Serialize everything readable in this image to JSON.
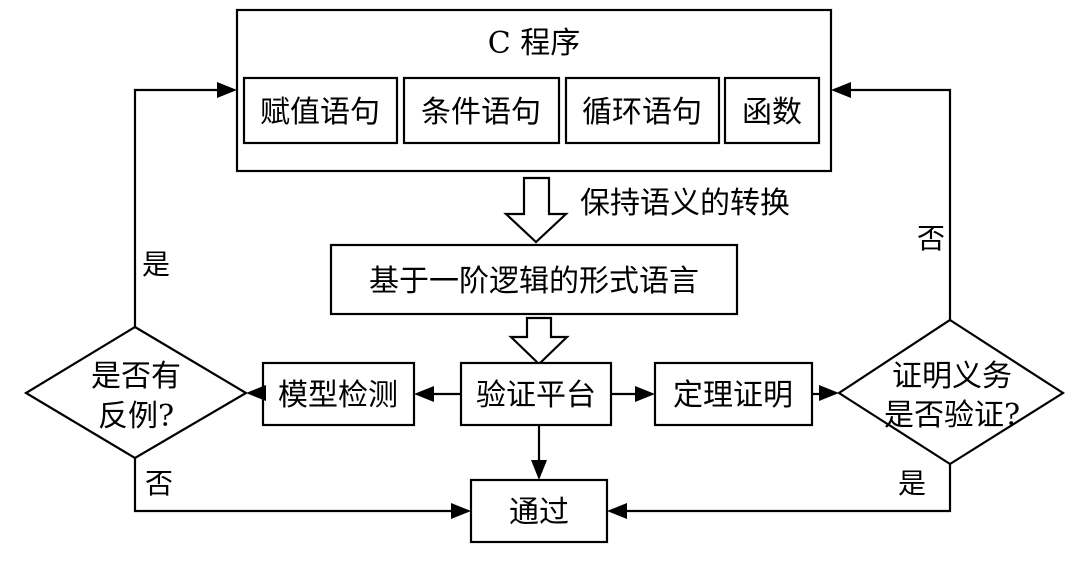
{
  "diagram": {
    "program_title": "C 程序",
    "program_parts": {
      "assignment": "赋值语句",
      "conditional": "条件语句",
      "loop": "循环语句",
      "function": "函数"
    },
    "transform_label": "保持语义的转换",
    "logic_language": "基于一阶逻辑的形式语言",
    "platform": "验证平台",
    "model_checking": "模型检测",
    "theorem_proving": "定理证明",
    "pass": "通过",
    "counterexample_question": [
      "是否有",
      "反例?"
    ],
    "obligation_question": [
      "证明义务",
      "是否验证?"
    ],
    "left_yes": "是",
    "left_no": "否",
    "right_no": "否",
    "right_yes": "是"
  }
}
